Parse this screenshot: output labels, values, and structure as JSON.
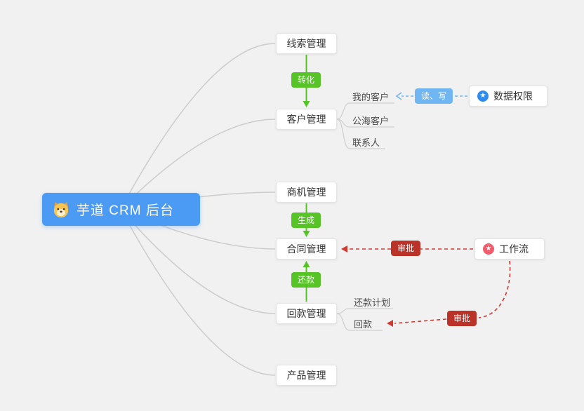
{
  "root": {
    "label": "芋道 CRM 后台",
    "icon": "shiba-dog-icon"
  },
  "nodes": {
    "clue": {
      "label": "线索管理"
    },
    "customer": {
      "label": "客户管理",
      "children": [
        {
          "label": "我的客户"
        },
        {
          "label": "公海客户"
        },
        {
          "label": "联系人"
        }
      ]
    },
    "business": {
      "label": "商机管理"
    },
    "contract": {
      "label": "合同管理"
    },
    "receivable": {
      "label": "回款管理",
      "children": [
        {
          "label": "还款计划"
        },
        {
          "label": "回款"
        }
      ]
    },
    "product": {
      "label": "产品管理"
    },
    "data_permission": {
      "label": "数据权限",
      "icon": "star-icon"
    },
    "workflow": {
      "label": "工作流",
      "icon": "star-icon"
    }
  },
  "badges": {
    "convert": {
      "label": "转化"
    },
    "generate": {
      "label": "生成"
    },
    "repay": {
      "label": "还款"
    },
    "read_write": {
      "label": "读、写"
    },
    "approve_contract": {
      "label": "审批"
    },
    "approve_receivable": {
      "label": "审批"
    }
  },
  "colors": {
    "background": "#f1f1f1",
    "root_blue": "#4b9bf5",
    "green": "#56c327",
    "light_blue": "#70b6f3",
    "red_line": "#d03a30",
    "red_badge": "#bb3229",
    "connector_gray": "#cccccc",
    "node_border": "#e4e4e4",
    "data_permission_icon_bg": "#2e8cf0",
    "workflow_icon_bg": "#f15b6c"
  }
}
